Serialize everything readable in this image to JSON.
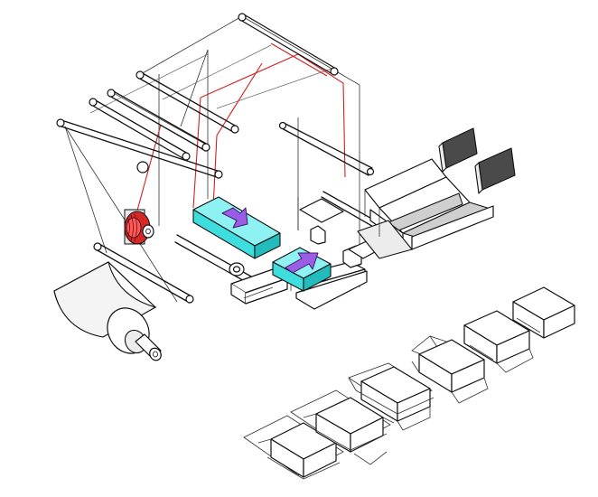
{
  "colors": {
    "background": "#ffffff",
    "line": "#111111",
    "film_path": "#d21f1f",
    "tape_roll": "#d62828",
    "sealing_block": "#3fdede",
    "feed_arrow": "#9b5de5",
    "plate_dark": "#4a4a4a"
  },
  "figure": {
    "kind": "isometric line illustration of a film wrapping machine with sequential package stages",
    "package_stage_count": 6,
    "sealing_block_count": 2,
    "film_roll_count": 1,
    "tape_roll_count": 1
  }
}
